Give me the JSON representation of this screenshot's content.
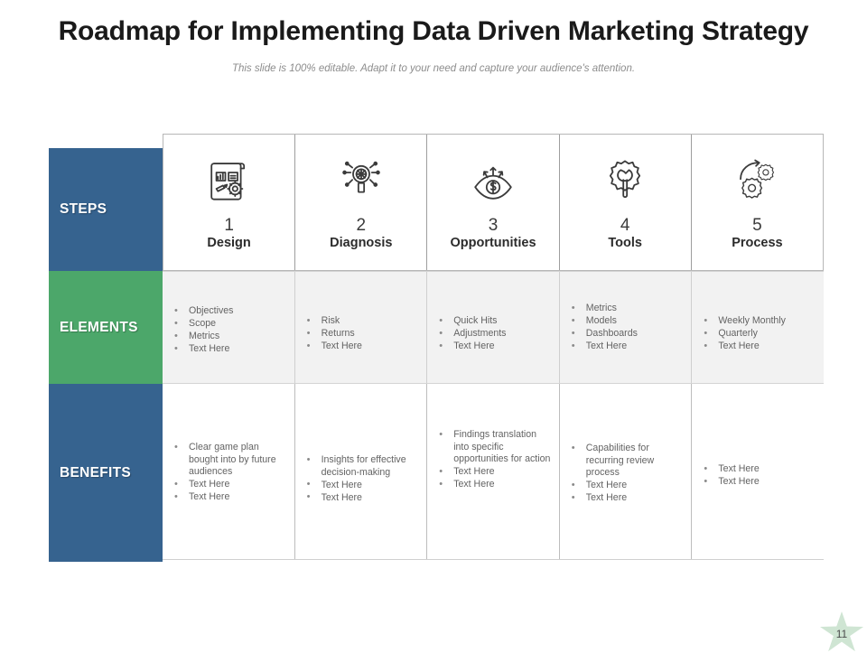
{
  "slide": {
    "title": "Roadmap for Implementing Data Driven Marketing Strategy",
    "subtitle": "This slide is 100% editable. Adapt it to your need and capture your audience's attention.",
    "page_number": "11"
  },
  "colors": {
    "blue": "#36638F",
    "green": "#4CA76A",
    "elements_row_bg": "#F2F2F2",
    "badge_green": "#CFE5D3",
    "body_text": "#636363"
  },
  "rows": {
    "steps_label": "STEPS",
    "elements_label": "ELEMENTS",
    "benefits_label": "BENEFITS"
  },
  "steps": [
    {
      "number": "1",
      "name": "Design",
      "icon": "document-chart-gear-pencil-icon"
    },
    {
      "number": "2",
      "name": "Diagnosis",
      "icon": "magnifier-network-icon"
    },
    {
      "number": "3",
      "name": "Opportunities",
      "icon": "eye-dollar-arrows-icon"
    },
    {
      "number": "4",
      "name": "Tools",
      "icon": "gear-wrench-icon"
    },
    {
      "number": "5",
      "name": "Process",
      "icon": "gears-cycle-arrow-icon"
    }
  ],
  "elements": [
    [
      "Objectives",
      "Scope",
      "Metrics",
      "Text Here"
    ],
    [
      "Risk",
      "Returns",
      "Text Here"
    ],
    [
      "Quick Hits",
      "Adjustments",
      "Text Here"
    ],
    [
      "Metrics",
      "Models",
      "Dashboards",
      "Text Here"
    ],
    [
      "Weekly Monthly",
      "Quarterly",
      "Text Here"
    ]
  ],
  "benefits": [
    [
      "Clear game plan bought into by future audiences",
      "Text Here",
      "Text Here"
    ],
    [
      "Insights for effective decision-making",
      "Text Here",
      "Text Here"
    ],
    [
      "Findings translation into specific opportunities for action",
      "Text Here",
      "Text Here"
    ],
    [
      "Capabilities for recurring review process",
      "Text Here",
      "Text Here"
    ],
    [
      "Text Here",
      "Text Here"
    ]
  ]
}
